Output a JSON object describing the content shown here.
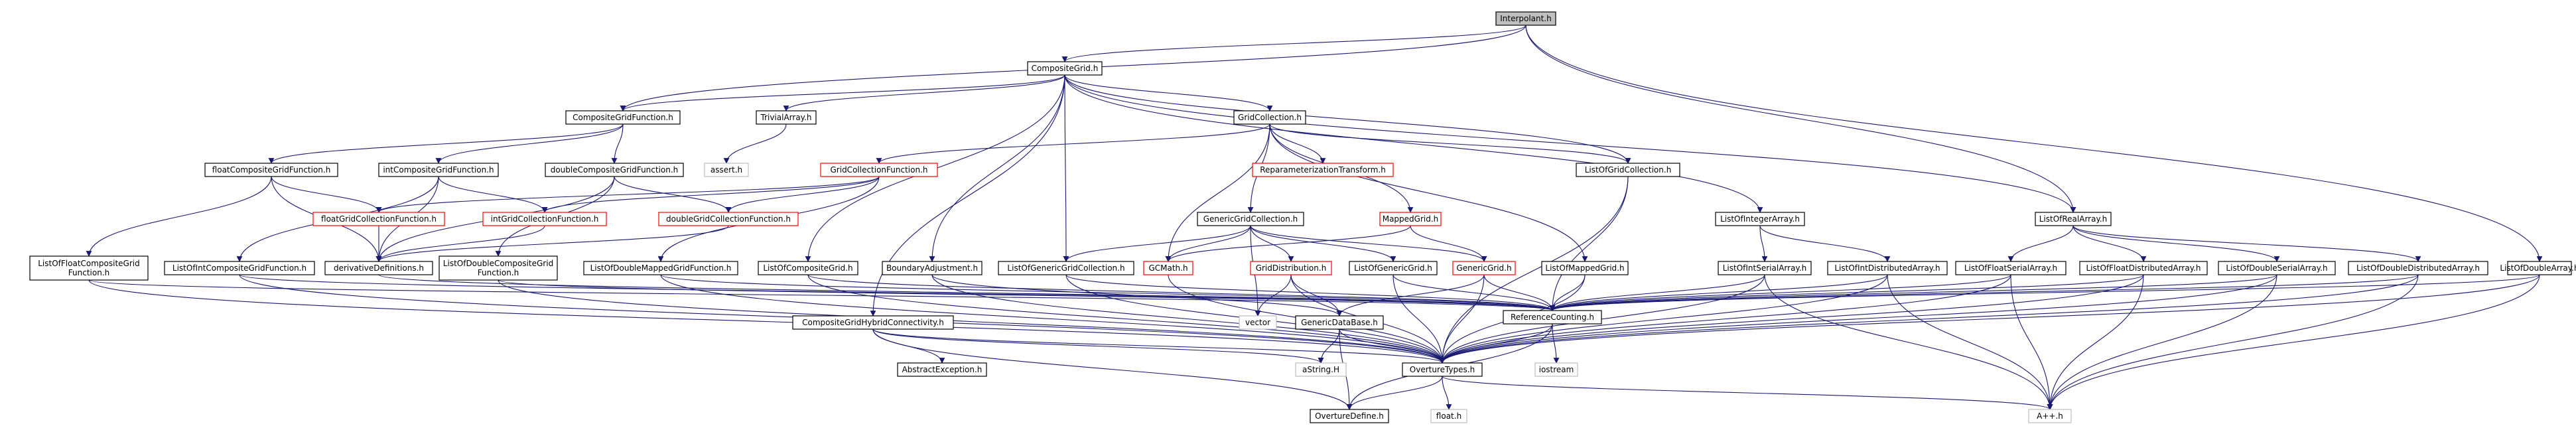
{
  "colors": {
    "edge": "#191970",
    "node_border": "#000000",
    "missing_border": "#bfbfbf",
    "undocumented_border": "#ff0000",
    "root_fill": "#bfbfbf",
    "background": "#ffffff"
  },
  "nodes": [
    {
      "id": "Interpolant",
      "lines": [
        "Interpolant.h"
      ],
      "kind": "root"
    },
    {
      "id": "CompositeGrid",
      "lines": [
        "CompositeGrid.h"
      ],
      "kind": "normal"
    },
    {
      "id": "CompositeGridFunction",
      "lines": [
        "CompositeGridFunction.h"
      ],
      "kind": "normal"
    },
    {
      "id": "TrivialArray",
      "lines": [
        "TrivialArray.h"
      ],
      "kind": "normal"
    },
    {
      "id": "GridCollection",
      "lines": [
        "GridCollection.h"
      ],
      "kind": "normal"
    },
    {
      "id": "floatCompositeGridFunction",
      "lines": [
        "floatCompositeGridFunction.h"
      ],
      "kind": "normal"
    },
    {
      "id": "intCompositeGridFunction",
      "lines": [
        "intCompositeGridFunction.h"
      ],
      "kind": "normal"
    },
    {
      "id": "doubleCompositeGridFunction",
      "lines": [
        "doubleCompositeGridFunction.h"
      ],
      "kind": "normal"
    },
    {
      "id": "assert",
      "lines": [
        "assert.h"
      ],
      "kind": "missing"
    },
    {
      "id": "GridCollectionFunction",
      "lines": [
        "GridCollectionFunction.h"
      ],
      "kind": "undoc"
    },
    {
      "id": "ReparameterizationTransform",
      "lines": [
        "ReparameterizationTransform.h"
      ],
      "kind": "undoc"
    },
    {
      "id": "ListOfGridCollection",
      "lines": [
        "ListOfGridCollection.h"
      ],
      "kind": "normal"
    },
    {
      "id": "floatGridCollectionFunction",
      "lines": [
        "floatGridCollectionFunction.h"
      ],
      "kind": "undoc"
    },
    {
      "id": "intGridCollectionFunction",
      "lines": [
        "intGridCollectionFunction.h"
      ],
      "kind": "undoc"
    },
    {
      "id": "doubleGridCollectionFunction",
      "lines": [
        "doubleGridCollectionFunction.h"
      ],
      "kind": "undoc"
    },
    {
      "id": "MappedGrid",
      "lines": [
        "MappedGrid.h"
      ],
      "kind": "undoc"
    },
    {
      "id": "ListOfIntegerArray",
      "lines": [
        "ListOfIntegerArray.h"
      ],
      "kind": "normal"
    },
    {
      "id": "ListOfRealArray",
      "lines": [
        "ListOfRealArray.h"
      ],
      "kind": "normal"
    },
    {
      "id": "GenericGridCollection",
      "lines": [
        "GenericGridCollection.h"
      ],
      "kind": "normal"
    },
    {
      "id": "derivativeDefinitions",
      "lines": [
        "derivativeDefinitions.h"
      ],
      "kind": "normal"
    },
    {
      "id": "ListOfFloatCompositeGridFunction",
      "lines": [
        "ListOfFloatCompositeGrid",
        "Function.h"
      ],
      "kind": "normal"
    },
    {
      "id": "ListOfIntCompositeGridFunction",
      "lines": [
        "ListOfIntCompositeGridFunction.h"
      ],
      "kind": "normal"
    },
    {
      "id": "ListOfDoubleCompositeGridFunction",
      "lines": [
        "ListOfDoubleCompositeGrid",
        "Function.h"
      ],
      "kind": "normal"
    },
    {
      "id": "ListOfDoubleMappedGridFunction",
      "lines": [
        "ListOfDoubleMappedGridFunction.h"
      ],
      "kind": "normal"
    },
    {
      "id": "ListOfCompositeGrid",
      "lines": [
        "ListOfCompositeGrid.h"
      ],
      "kind": "normal"
    },
    {
      "id": "BoundaryAdjustment",
      "lines": [
        "BoundaryAdjustment.h"
      ],
      "kind": "normal"
    },
    {
      "id": "ListOfGenericGridCollection",
      "lines": [
        "ListOfGenericGridCollection.h"
      ],
      "kind": "normal"
    },
    {
      "id": "GCMath",
      "lines": [
        "GCMath.h"
      ],
      "kind": "undoc"
    },
    {
      "id": "GridDistribution",
      "lines": [
        "GridDistribution.h"
      ],
      "kind": "undoc"
    },
    {
      "id": "ListOfGenericGrid",
      "lines": [
        "ListOfGenericGrid.h"
      ],
      "kind": "normal"
    },
    {
      "id": "GenericGrid",
      "lines": [
        "GenericGrid.h"
      ],
      "kind": "undoc"
    },
    {
      "id": "ListOfMappedGrid",
      "lines": [
        "ListOfMappedGrid.h"
      ],
      "kind": "normal"
    },
    {
      "id": "ListOfIntSerialArray",
      "lines": [
        "ListOfIntSerialArray.h"
      ],
      "kind": "normal"
    },
    {
      "id": "ListOfIntDistributedArray",
      "lines": [
        "ListOfIntDistributedArray.h"
      ],
      "kind": "normal"
    },
    {
      "id": "ListOfFloatSerialArray",
      "lines": [
        "ListOfFloatSerialArray.h"
      ],
      "kind": "normal"
    },
    {
      "id": "ListOfFloatDistributedArray",
      "lines": [
        "ListOfFloatDistributedArray.h"
      ],
      "kind": "normal"
    },
    {
      "id": "ListOfDoubleSerialArray",
      "lines": [
        "ListOfDoubleSerialArray.h"
      ],
      "kind": "normal"
    },
    {
      "id": "ListOfDoubleDistributedArray",
      "lines": [
        "ListOfDoubleDistributedArray.h"
      ],
      "kind": "normal"
    },
    {
      "id": "ListOfDoubleArray",
      "lines": [
        "ListOfDoubleArray.h"
      ],
      "kind": "normal"
    },
    {
      "id": "CompositeGridHybridConnectivity",
      "lines": [
        "CompositeGridHybridConnectivity.h"
      ],
      "kind": "normal"
    },
    {
      "id": "vector",
      "lines": [
        "vector"
      ],
      "kind": "missing"
    },
    {
      "id": "GenericDataBase",
      "lines": [
        "GenericDataBase.h"
      ],
      "kind": "normal"
    },
    {
      "id": "ReferenceCounting",
      "lines": [
        "ReferenceCounting.h"
      ],
      "kind": "normal"
    },
    {
      "id": "AbstractException",
      "lines": [
        "AbstractException.h"
      ],
      "kind": "normal"
    },
    {
      "id": "aString",
      "lines": [
        "aString.H"
      ],
      "kind": "missing"
    },
    {
      "id": "OvertureTypes",
      "lines": [
        "OvertureTypes.h"
      ],
      "kind": "normal"
    },
    {
      "id": "iostream",
      "lines": [
        "iostream"
      ],
      "kind": "missing"
    },
    {
      "id": "OvertureDefine",
      "lines": [
        "OvertureDefine.h"
      ],
      "kind": "normal"
    },
    {
      "id": "float",
      "lines": [
        "float.h"
      ],
      "kind": "missing"
    },
    {
      "id": "App",
      "lines": [
        "A++.h"
      ],
      "kind": "missing"
    }
  ]
}
